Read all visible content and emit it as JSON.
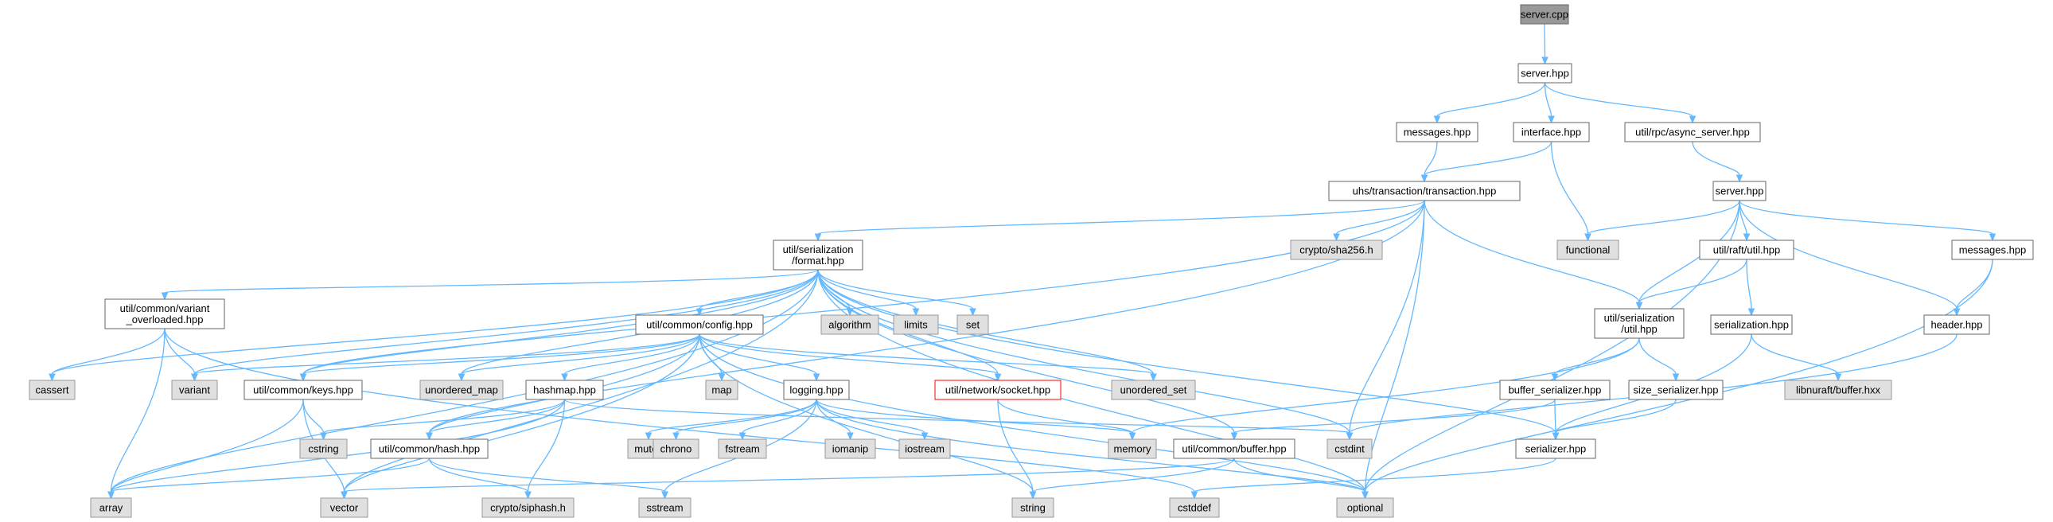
{
  "nodes": [
    {
      "id": "server_cpp",
      "label": [
        "server.cpp"
      ],
      "kind": "root"
    },
    {
      "id": "server_hpp",
      "label": [
        "server.hpp"
      ],
      "kind": "main"
    },
    {
      "id": "messages_hpp",
      "label": [
        "messages.hpp"
      ],
      "kind": "main"
    },
    {
      "id": "interface_hpp",
      "label": [
        "interface.hpp"
      ],
      "kind": "main"
    },
    {
      "id": "async_server",
      "label": [
        "util/rpc/async_server.hpp"
      ],
      "kind": "main"
    },
    {
      "id": "transaction",
      "label": [
        "uhs/transaction/transaction.hpp"
      ],
      "kind": "main"
    },
    {
      "id": "raft_server",
      "label": [
        "server.hpp"
      ],
      "kind": "main"
    },
    {
      "id": "functional",
      "label": [
        "functional"
      ],
      "kind": "ext"
    },
    {
      "id": "format",
      "label": [
        "util/serialization",
        "/format.hpp"
      ],
      "kind": "main"
    },
    {
      "id": "sha256",
      "label": [
        "crypto/sha256.h"
      ],
      "kind": "ext"
    },
    {
      "id": "raft_util",
      "label": [
        "util/raft/util.hpp"
      ],
      "kind": "main"
    },
    {
      "id": "raft_messages",
      "label": [
        "messages.hpp"
      ],
      "kind": "main"
    },
    {
      "id": "variant_overloaded",
      "label": [
        "util/common/variant",
        "_overloaded.hpp"
      ],
      "kind": "main"
    },
    {
      "id": "config",
      "label": [
        "util/common/config.hpp"
      ],
      "kind": "main"
    },
    {
      "id": "algorithm",
      "label": [
        "algorithm"
      ],
      "kind": "ext"
    },
    {
      "id": "limits",
      "label": [
        "limits"
      ],
      "kind": "ext"
    },
    {
      "id": "set",
      "label": [
        "set"
      ],
      "kind": "ext"
    },
    {
      "id": "ser_util",
      "label": [
        "util/serialization",
        "/util.hpp"
      ],
      "kind": "main"
    },
    {
      "id": "raft_serialization",
      "label": [
        "serialization.hpp"
      ],
      "kind": "main"
    },
    {
      "id": "header",
      "label": [
        "header.hpp"
      ],
      "kind": "main"
    },
    {
      "id": "cassert",
      "label": [
        "cassert"
      ],
      "kind": "ext"
    },
    {
      "id": "variant",
      "label": [
        "variant"
      ],
      "kind": "ext"
    },
    {
      "id": "keys",
      "label": [
        "util/common/keys.hpp"
      ],
      "kind": "main"
    },
    {
      "id": "unordered_map",
      "label": [
        "unordered_map"
      ],
      "kind": "ext"
    },
    {
      "id": "hashmap",
      "label": [
        "hashmap.hpp"
      ],
      "kind": "main"
    },
    {
      "id": "map",
      "label": [
        "map"
      ],
      "kind": "ext"
    },
    {
      "id": "logging",
      "label": [
        "logging.hpp"
      ],
      "kind": "main"
    },
    {
      "id": "socket",
      "label": [
        "util/network/socket.hpp"
      ],
      "kind": "red"
    },
    {
      "id": "unordered_set",
      "label": [
        "unordered_set"
      ],
      "kind": "ext"
    },
    {
      "id": "buffer_serializer",
      "label": [
        "buffer_serializer.hpp"
      ],
      "kind": "main"
    },
    {
      "id": "size_serializer",
      "label": [
        "size_serializer.hpp"
      ],
      "kind": "main"
    },
    {
      "id": "libnuraft_buffer",
      "label": [
        "libnuraft/buffer.hxx"
      ],
      "kind": "ext"
    },
    {
      "id": "cstring",
      "label": [
        "cstring"
      ],
      "kind": "ext"
    },
    {
      "id": "hash",
      "label": [
        "util/common/hash.hpp"
      ],
      "kind": "main"
    },
    {
      "id": "mutex",
      "label": [
        "mutex"
      ],
      "kind": "ext"
    },
    {
      "id": "chrono",
      "label": [
        "chrono"
      ],
      "kind": "ext"
    },
    {
      "id": "fstream",
      "label": [
        "fstream"
      ],
      "kind": "ext"
    },
    {
      "id": "iomanip",
      "label": [
        "iomanip"
      ],
      "kind": "ext"
    },
    {
      "id": "iostream",
      "label": [
        "iostream"
      ],
      "kind": "ext"
    },
    {
      "id": "memory",
      "label": [
        "memory"
      ],
      "kind": "ext"
    },
    {
      "id": "buffer",
      "label": [
        "util/common/buffer.hpp"
      ],
      "kind": "main"
    },
    {
      "id": "cstdint",
      "label": [
        "cstdint"
      ],
      "kind": "ext"
    },
    {
      "id": "serializer",
      "label": [
        "serializer.hpp"
      ],
      "kind": "main"
    },
    {
      "id": "array",
      "label": [
        "array"
      ],
      "kind": "ext"
    },
    {
      "id": "vector",
      "label": [
        "vector"
      ],
      "kind": "ext"
    },
    {
      "id": "siphash",
      "label": [
        "crypto/siphash.h"
      ],
      "kind": "ext"
    },
    {
      "id": "sstream",
      "label": [
        "sstream"
      ],
      "kind": "ext"
    },
    {
      "id": "string",
      "label": [
        "string"
      ],
      "kind": "ext"
    },
    {
      "id": "cstddef",
      "label": [
        "cstddef"
      ],
      "kind": "ext"
    },
    {
      "id": "optional",
      "label": [
        "optional"
      ],
      "kind": "ext"
    }
  ],
  "edges": [
    [
      "server_cpp",
      "server_hpp"
    ],
    [
      "server_hpp",
      "messages_hpp"
    ],
    [
      "server_hpp",
      "interface_hpp"
    ],
    [
      "server_hpp",
      "async_server"
    ],
    [
      "messages_hpp",
      "transaction"
    ],
    [
      "interface_hpp",
      "transaction"
    ],
    [
      "interface_hpp",
      "functional"
    ],
    [
      "async_server",
      "raft_server"
    ],
    [
      "transaction",
      "format"
    ],
    [
      "transaction",
      "sha256"
    ],
    [
      "transaction",
      "ser_util"
    ],
    [
      "transaction",
      "keys"
    ],
    [
      "transaction",
      "hash"
    ],
    [
      "transaction",
      "cstdint"
    ],
    [
      "transaction",
      "optional"
    ],
    [
      "raft_server",
      "functional"
    ],
    [
      "raft_server",
      "raft_util"
    ],
    [
      "raft_server",
      "ser_util"
    ],
    [
      "raft_server",
      "raft_messages"
    ],
    [
      "raft_server",
      "header"
    ],
    [
      "raft_server",
      "optional"
    ],
    [
      "raft_util",
      "ser_util"
    ],
    [
      "raft_util",
      "raft_serialization"
    ],
    [
      "raft_messages",
      "header"
    ],
    [
      "raft_messages",
      "optional"
    ],
    [
      "raft_serialization",
      "libnuraft_buffer"
    ],
    [
      "raft_serialization",
      "serializer"
    ],
    [
      "header",
      "cstdint"
    ],
    [
      "format",
      "variant_overloaded"
    ],
    [
      "format",
      "config"
    ],
    [
      "format",
      "algorithm"
    ],
    [
      "format",
      "limits"
    ],
    [
      "format",
      "set"
    ],
    [
      "format",
      "cassert"
    ],
    [
      "format",
      "variant"
    ],
    [
      "format",
      "keys"
    ],
    [
      "format",
      "unordered_map"
    ],
    [
      "format",
      "socket"
    ],
    [
      "format",
      "buffer"
    ],
    [
      "format",
      "cstdint"
    ],
    [
      "format",
      "serializer"
    ],
    [
      "format",
      "array"
    ],
    [
      "format",
      "vector"
    ],
    [
      "format",
      "optional"
    ],
    [
      "format",
      "unordered_set"
    ],
    [
      "variant_overloaded",
      "cassert"
    ],
    [
      "variant_overloaded",
      "variant"
    ],
    [
      "variant_overloaded",
      "array"
    ],
    [
      "variant_overloaded",
      "cstddef"
    ],
    [
      "config",
      "variant"
    ],
    [
      "config",
      "unordered_map"
    ],
    [
      "config",
      "hashmap"
    ],
    [
      "config",
      "map"
    ],
    [
      "config",
      "logging"
    ],
    [
      "config",
      "socket"
    ],
    [
      "config",
      "unordered_set"
    ],
    [
      "config",
      "keys"
    ],
    [
      "config",
      "hash"
    ],
    [
      "config",
      "vector"
    ],
    [
      "config",
      "string"
    ],
    [
      "config",
      "optional"
    ],
    [
      "ser_util",
      "buffer_serializer"
    ],
    [
      "ser_util",
      "size_serializer"
    ],
    [
      "ser_util",
      "memory"
    ],
    [
      "buffer_serializer",
      "serializer"
    ],
    [
      "buffer_serializer",
      "buffer"
    ],
    [
      "size_serializer",
      "serializer"
    ],
    [
      "keys",
      "cstring"
    ],
    [
      "keys",
      "array"
    ],
    [
      "keys",
      "vector"
    ],
    [
      "hashmap",
      "hash"
    ],
    [
      "hashmap",
      "siphash"
    ],
    [
      "hashmap",
      "array"
    ],
    [
      "hashmap",
      "cstring"
    ],
    [
      "hashmap",
      "cstdint"
    ],
    [
      "logging",
      "mutex"
    ],
    [
      "logging",
      "chrono"
    ],
    [
      "logging",
      "fstream"
    ],
    [
      "logging",
      "iomanip"
    ],
    [
      "logging",
      "iostream"
    ],
    [
      "logging",
      "memory"
    ],
    [
      "logging",
      "sstream"
    ],
    [
      "logging",
      "optional"
    ],
    [
      "socket",
      "memory"
    ],
    [
      "socket",
      "string"
    ],
    [
      "hash",
      "siphash"
    ],
    [
      "hash",
      "sstream"
    ],
    [
      "hash",
      "array"
    ],
    [
      "buffer",
      "vector"
    ],
    [
      "buffer",
      "string"
    ],
    [
      "buffer",
      "optional"
    ],
    [
      "serializer",
      "cstddef"
    ]
  ]
}
